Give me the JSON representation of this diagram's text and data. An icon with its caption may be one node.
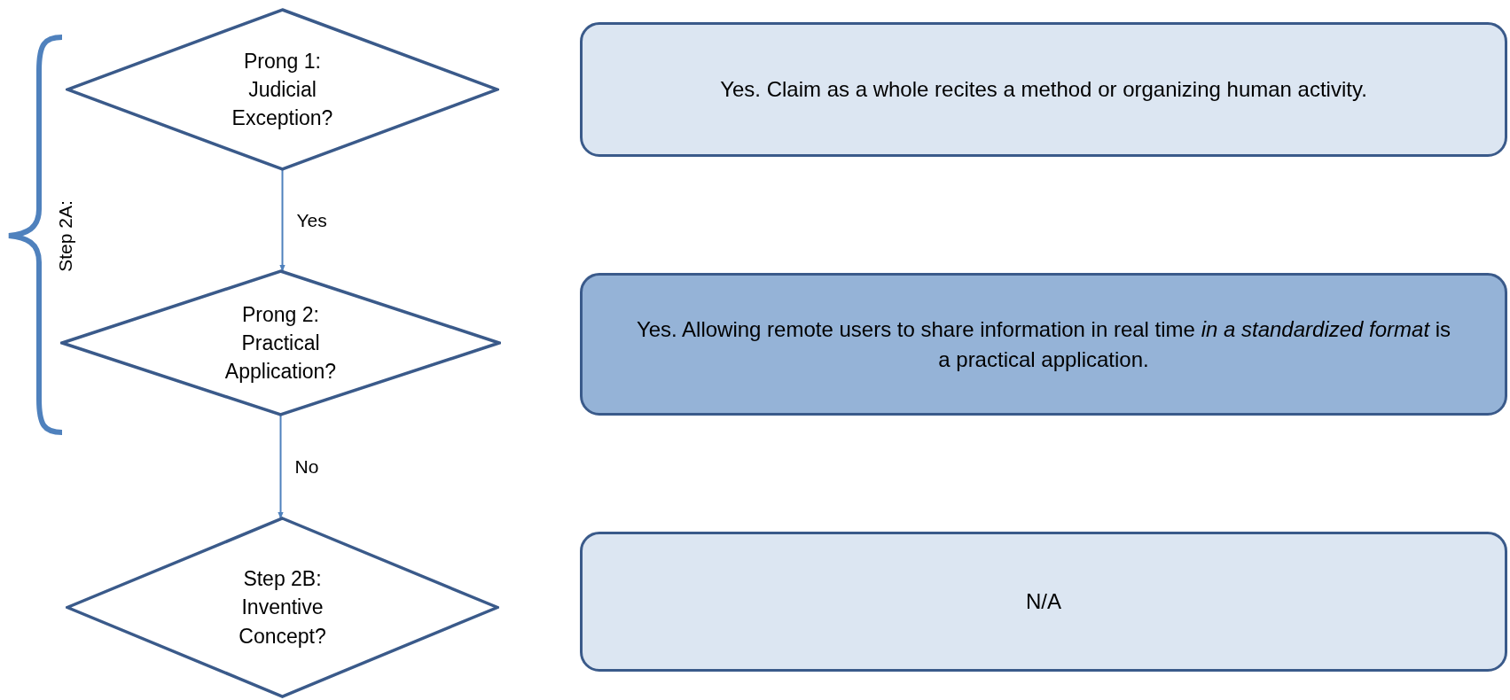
{
  "diagram": {
    "nodes": [
      {
        "text": [
          "Prong 1: Judicial Exception?"
        ]
      },
      {
        "text": [
          "Yes. Claim as a whole recites a method or organizing human activity."
        ]
      },
      {
        "text": [
          "Prong 2: Practical Application?"
        ]
      },
      {
        "text": [
          "Yes. Allowing remote users to share information in real time *in a standardized format* is a practical application."
        ]
      },
      {
        "text": [
          "Step 2B: Inventive Concept?"
        ]
      },
      {
        "text": [
          "N/A"
        ]
      }
    ],
    "edges": [
      {
        "from": 0,
        "to": 2,
        "arrow": "to",
        "label": "Yes"
      },
      {
        "from": 2,
        "to": 4,
        "arrow": "to",
        "label": "No"
      }
    ],
    "labels": [
      "Step 2A:"
    ]
  }
}
